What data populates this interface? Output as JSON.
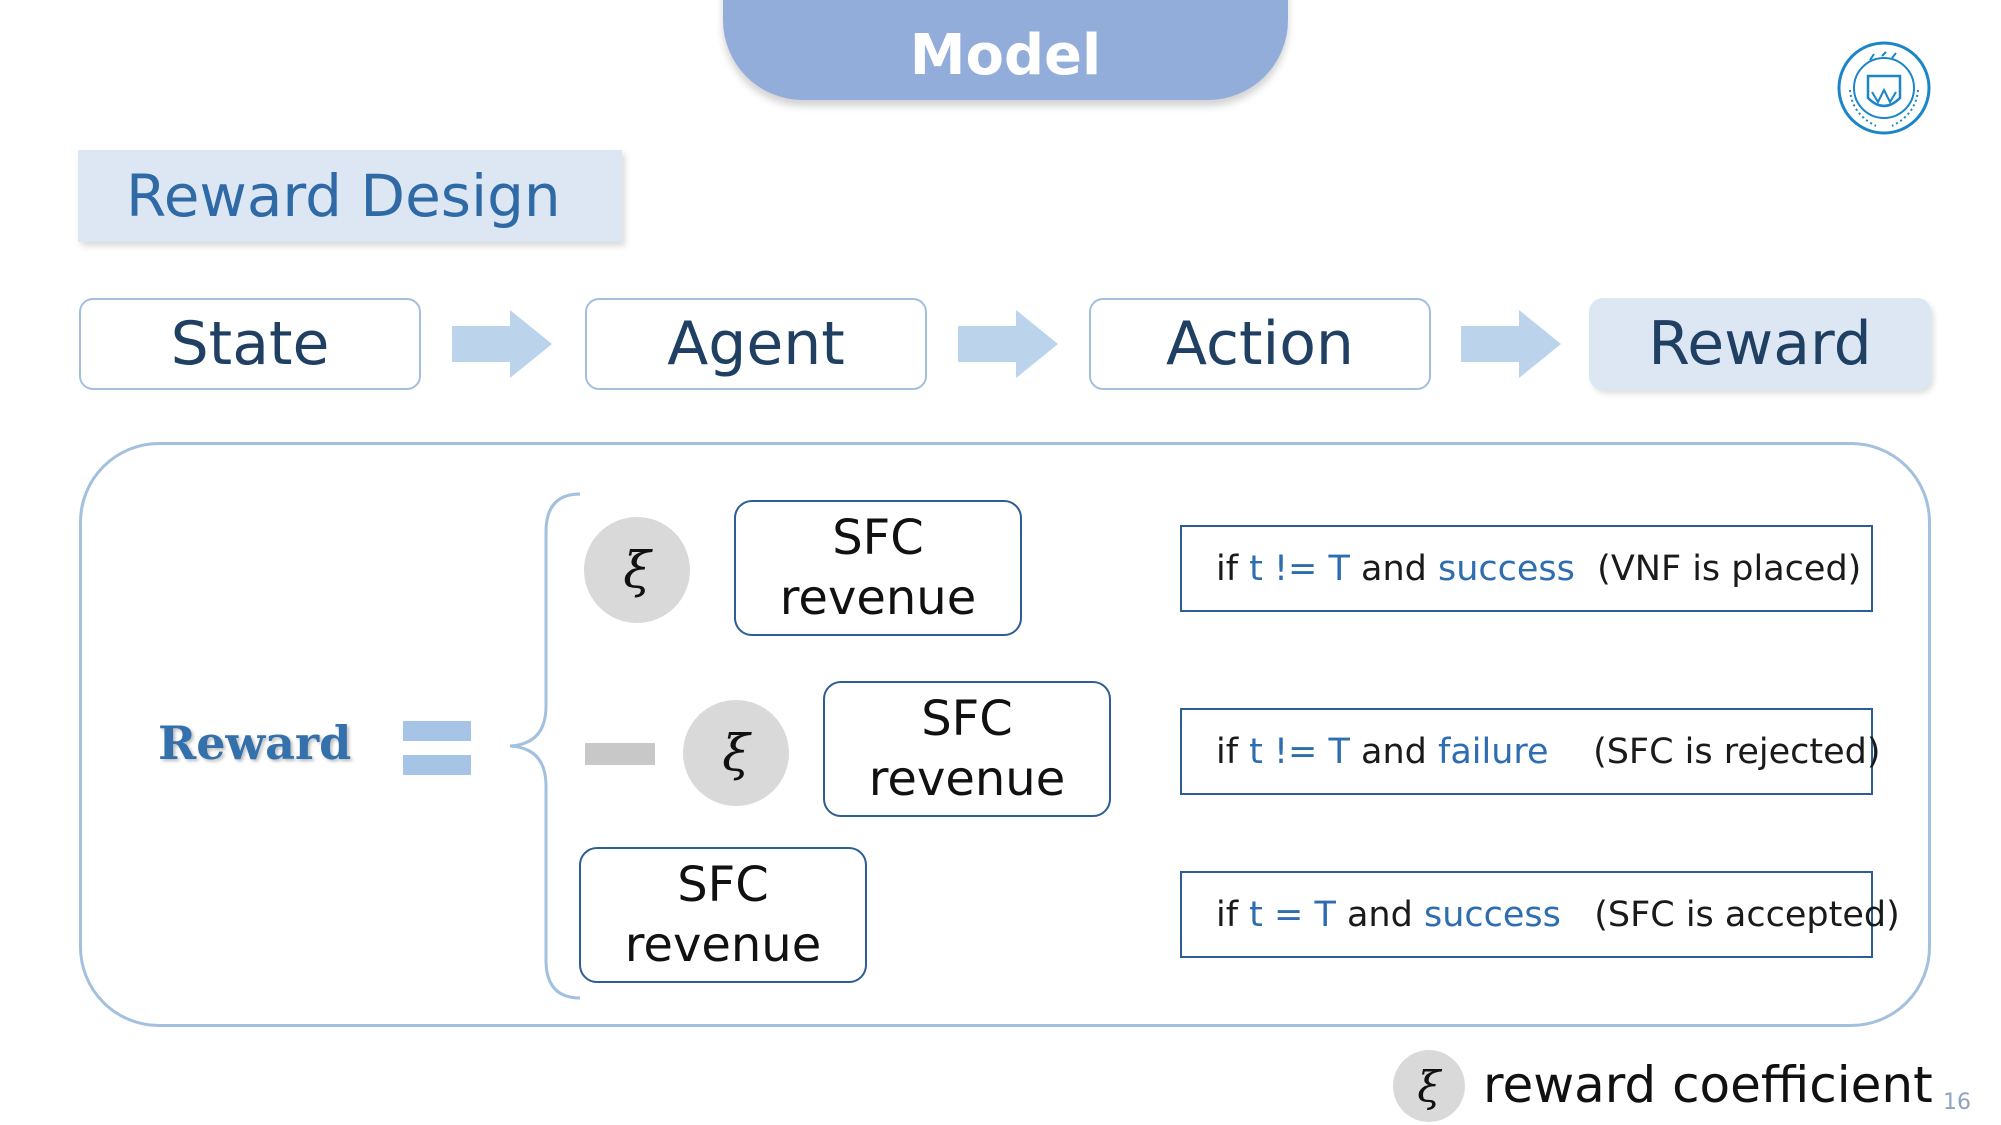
{
  "slide": {
    "title": "Model",
    "section_heading": "Reward Design",
    "page_number": "16"
  },
  "flow": [
    {
      "label": "State"
    },
    {
      "label": "Agent"
    },
    {
      "label": "Action"
    },
    {
      "label": "Reward"
    }
  ],
  "equation": {
    "lhs": "Reward",
    "xi_symbol": "ξ",
    "box_line1": "SFC",
    "box_line2": "revenue"
  },
  "conditions": [
    {
      "pre": "if ",
      "var": "t != T",
      "mid": " and ",
      "outcome": "success",
      "note": "  (VNF is placed)"
    },
    {
      "pre": "if ",
      "var": "t != T",
      "mid": " and ",
      "outcome": "failure",
      "note": "    (SFC is rejected)"
    },
    {
      "pre": "if ",
      "var": "t = T",
      "mid": " and ",
      "outcome": "success",
      "note": "   (SFC is accepted)"
    }
  ],
  "legend": {
    "symbol": "ξ",
    "text": "reward coefficient"
  },
  "colors": {
    "title_pill": "#92add9",
    "heading_bg": "#dde7f3",
    "accent_blue": "#2e6db0",
    "arrow": "#bcd3ec",
    "panel_border": "#a3c0de"
  }
}
